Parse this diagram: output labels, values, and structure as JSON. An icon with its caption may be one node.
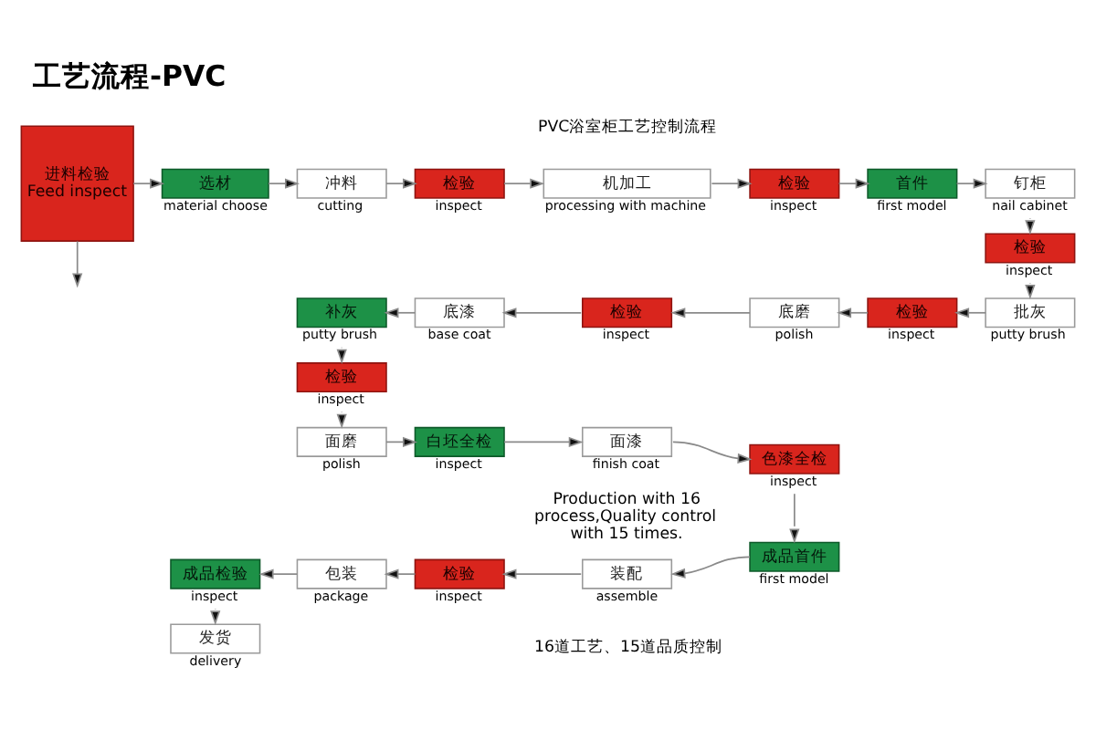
{
  "diagram": {
    "title": "工艺流程-PVC",
    "nodes": [
      {
        "text": [
          "进料检验",
          "Feed inspect"
        ]
      },
      {
        "text": [
          "选材"
        ],
        "beside": [
          "material choose"
        ]
      },
      {
        "text": [
          "冲料"
        ],
        "beside": [
          "cutting"
        ]
      },
      {
        "text": [
          "检验"
        ],
        "beside": [
          "inspect"
        ]
      },
      {
        "text": [
          "机加工"
        ],
        "beside": [
          "processing with machine"
        ]
      },
      {
        "text": [
          "检验"
        ],
        "beside": [
          "inspect"
        ]
      },
      {
        "text": [
          "首件"
        ],
        "beside": [
          "first model"
        ]
      },
      {
        "text": [
          "钉柜"
        ],
        "beside": [
          "nail cabinet"
        ]
      },
      {
        "text": [
          "检验"
        ],
        "beside": [
          "inspect"
        ]
      },
      {
        "text": [
          "批灰"
        ],
        "beside": [
          "putty brush"
        ]
      },
      {
        "text": [
          "检验"
        ],
        "beside": [
          "inspect"
        ]
      },
      {
        "text": [
          "底磨"
        ],
        "beside": [
          "polish"
        ]
      },
      {
        "text": [
          "检验"
        ],
        "beside": [
          "inspect"
        ]
      },
      {
        "text": [
          "底漆"
        ],
        "beside": [
          "base coat"
        ]
      },
      {
        "text": [
          "补灰"
        ],
        "beside": [
          "putty brush"
        ]
      },
      {
        "text": [
          "检验"
        ],
        "beside": [
          "inspect"
        ]
      },
      {
        "text": [
          "面磨"
        ],
        "beside": [
          "polish"
        ]
      },
      {
        "text": [
          "白坯全检"
        ],
        "beside": [
          "inspect"
        ]
      },
      {
        "text": [
          "面漆"
        ],
        "beside": [
          "finish coat"
        ]
      },
      {
        "text": [
          "色漆全检"
        ],
        "beside": [
          "inspect"
        ]
      },
      {
        "text": [
          "成品首件"
        ],
        "beside": [
          "first model"
        ]
      },
      {
        "text": [
          "装配"
        ],
        "beside": [
          "assemble"
        ]
      },
      {
        "text": [
          "检验"
        ],
        "beside": [
          "inspect"
        ]
      },
      {
        "text": [
          "包装"
        ],
        "beside": [
          "package"
        ]
      },
      {
        "text": [
          "成品检验"
        ],
        "beside": [
          "inspect"
        ]
      },
      {
        "text": [
          "发货"
        ],
        "beside": [
          "delivery"
        ]
      }
    ],
    "edges": [
      {
        "from": 0,
        "to": 1,
        "arrow": "to"
      },
      {
        "from": 0,
        "to": null,
        "arrow": "to"
      },
      {
        "from": 1,
        "to": 2,
        "arrow": "to"
      },
      {
        "from": 2,
        "to": 3,
        "arrow": "to"
      },
      {
        "from": 3,
        "to": 4,
        "arrow": "to"
      },
      {
        "from": 4,
        "to": 5,
        "arrow": "to"
      },
      {
        "from": 5,
        "to": 6,
        "arrow": "to"
      },
      {
        "from": 6,
        "to": 7,
        "arrow": "to"
      },
      {
        "from": 7,
        "to": 8,
        "arrow": "to"
      },
      {
        "from": 8,
        "to": 9,
        "arrow": "to"
      },
      {
        "from": 9,
        "to": 10,
        "arrow": "to"
      },
      {
        "from": 10,
        "to": 11,
        "arrow": "to"
      },
      {
        "from": 11,
        "to": 12,
        "arrow": "to"
      },
      {
        "from": 12,
        "to": 13,
        "arrow": "to"
      },
      {
        "from": 13,
        "to": 14,
        "arrow": "to"
      },
      {
        "from": 14,
        "to": 15,
        "arrow": "to"
      },
      {
        "from": 15,
        "to": 16,
        "arrow": "to"
      },
      {
        "from": 16,
        "to": 17,
        "arrow": "to"
      },
      {
        "from": 17,
        "to": 18,
        "arrow": "to"
      },
      {
        "from": 18,
        "to": 19,
        "arrow": "to"
      },
      {
        "from": 19,
        "to": 20,
        "arrow": "to"
      },
      {
        "from": 20,
        "to": 21,
        "arrow": "to"
      },
      {
        "from": 21,
        "to": 22,
        "arrow": "to"
      },
      {
        "from": 22,
        "to": 23,
        "arrow": "to"
      },
      {
        "from": 23,
        "to": 24,
        "arrow": "to"
      },
      {
        "from": 24,
        "to": 25,
        "arrow": "to"
      }
    ],
    "labels": [
      "PVC浴室柜工艺控制流程",
      "16道工艺、15道品质控制",
      "Production with 16 process,Quality control with 15 times."
    ]
  }
}
